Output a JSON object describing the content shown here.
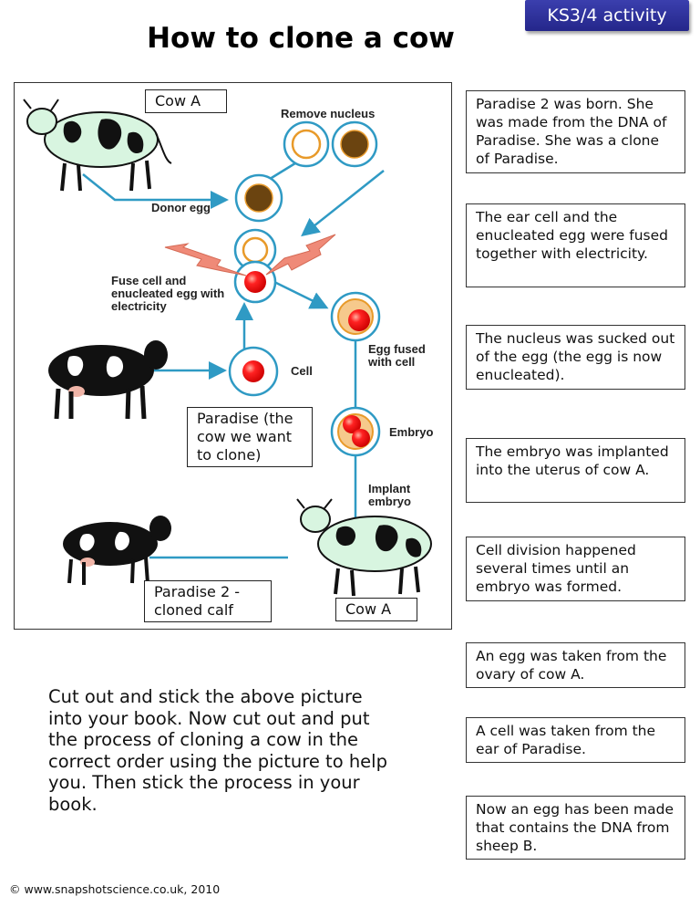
{
  "badge": {
    "label": "KS3/4 activity",
    "color": "#2c2f96"
  },
  "title": "How to clone a cow",
  "diagram": {
    "box_labels": {
      "cow_a_top": "Cow A",
      "paradise": "Paradise (the cow we want to clone)",
      "paradise_2": "Paradise 2 - cloned calf",
      "cow_a_bottom": "Cow A"
    },
    "step_labels": {
      "remove_nucleus": "Remove nucleus",
      "donor_egg": "Donor egg",
      "fuse": "Fuse cell and enucleated egg with electricity",
      "cell": "Cell",
      "egg_fused": "Egg fused with cell",
      "embryo": "Embryo",
      "implant": "Implant embryo"
    },
    "colors": {
      "arrow": "#2f9ac4",
      "nucleus": "#6b4410",
      "egg_ring": "#e89a2a",
      "cell_red": "#e01818",
      "lightning": "#ef8a78"
    }
  },
  "cards": [
    "Paradise 2 was born. She was made from the DNA of Paradise.  She was a clone of Paradise.",
    "The ear cell and the enucleated egg were fused together with electricity.",
    "The nucleus was sucked out of the egg (the egg is now enucleated).",
    "The embryo was implanted into the uterus of cow A.",
    "Cell division happened several times until an embryo was formed.",
    "An egg was taken from the ovary of cow A.",
    "A cell was taken from the ear of Paradise.",
    "Now an egg has been made that contains the DNA from sheep B."
  ],
  "instructions": "Cut out and stick the above picture into your book.  Now cut out and put the process of cloning a cow in the correct order using the picture to help you.  Then stick the process in your book.",
  "footer": "© www.snapshotscience.co.uk, 2010"
}
